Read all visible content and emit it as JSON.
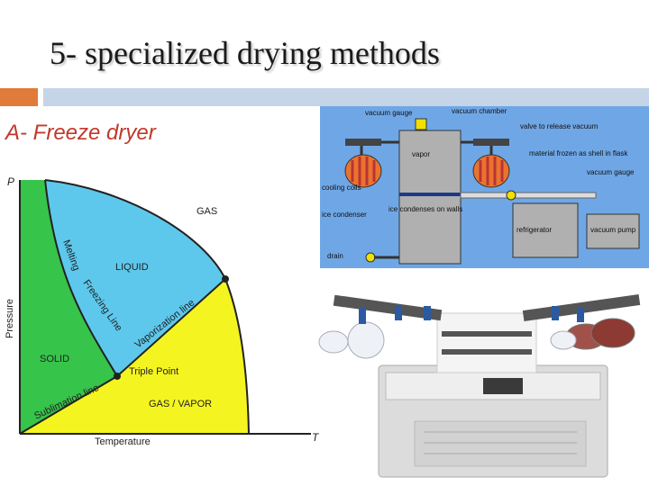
{
  "slide": {
    "title": "5- specialized drying methods",
    "subtitle": "A- Freeze dryer"
  },
  "phase_diagram": {
    "axis_p": "P",
    "axis_t": "T",
    "ylabel": "Pressure",
    "xlabel": "Temperature",
    "regions": {
      "gas": "GAS",
      "liquid": "LIQUID",
      "solid": "SOLID",
      "gas_vapor": "GAS / VAPOR"
    },
    "lines": {
      "melting": "Melting",
      "freezing": "Freezing Line",
      "vaporization": "Vaporization line",
      "sublimation": "Sublimation line"
    },
    "triple_point": "Triple Point",
    "colors": {
      "solid": "#36c44a",
      "liquid": "#5ec8ec",
      "gas": "#f4f520"
    }
  },
  "schematic": {
    "labels": {
      "vacuum_gauge": "vacuum gauge",
      "vacuum_chamber": "vacuum chamber",
      "valve": "valve to release vacuum",
      "material": "material frozen as shell in flask",
      "vapor": "vapor",
      "vacuum_gauge_right": "vacuum gauge",
      "cooling_coils": "cooling coils",
      "ice_condenser": "ice condenser",
      "ice_condenses": "ice condenses on walls",
      "refrigerator": "refrigerator",
      "vacuum_pump": "vacuum pump",
      "drain": "drain"
    },
    "colors": {
      "background": "#6fa7e6",
      "chamber": "#b0b0b0"
    }
  }
}
